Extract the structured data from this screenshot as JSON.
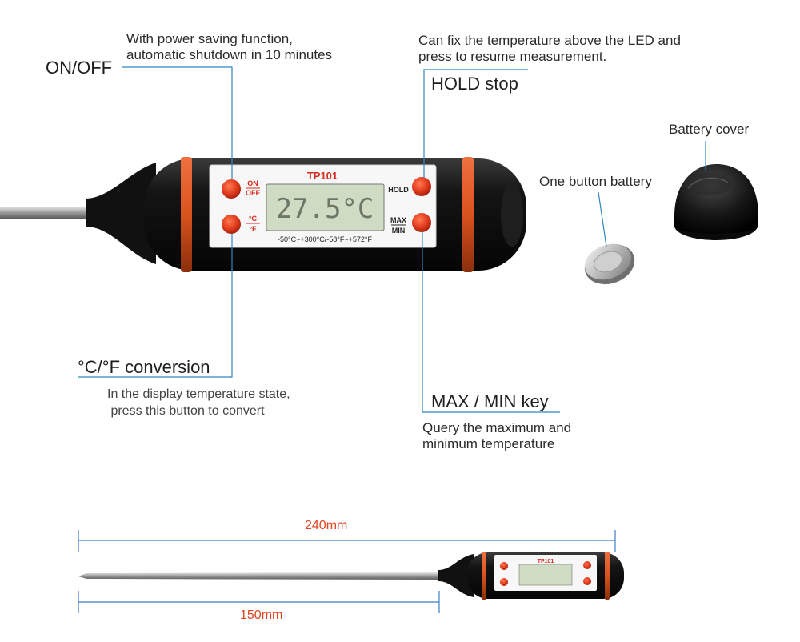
{
  "colors": {
    "leader_line": "#2e86c1",
    "dimension_line": "#3b7fc4",
    "dimension_text": "#e0451f",
    "body": "#121212",
    "orange_ring": "#d9531e",
    "button": "#e0391b",
    "lcd": "#cfdcc3",
    "panel_red_text": "#d42a1e"
  },
  "device": {
    "model": "TP101",
    "lcd_reading": "27.5°C",
    "label_on": "ON",
    "label_off": "OFF",
    "label_c": "°C",
    "label_f": "°F",
    "label_hold": "HOLD",
    "label_max": "MAX",
    "label_min": "MIN",
    "range": "-50°C~+300°C/-58°F~+572°F"
  },
  "callouts": {
    "on_off": {
      "title": "ON/OFF",
      "desc": "With power saving function,\nautomatic shutdown in 10 minutes"
    },
    "hold": {
      "title": "HOLD stop",
      "desc": "Can fix the temperature above the LED and\npress to resume measurement."
    },
    "battery_cover": {
      "title": "Battery cover"
    },
    "button_battery": {
      "title": "One button battery"
    },
    "conversion": {
      "title": "°C/°F conversion",
      "desc": "In the display temperature state,\n press this button to convert"
    },
    "max_min": {
      "title": "MAX / MIN key",
      "desc": "Query the maximum and\nminimum temperature"
    }
  },
  "dimensions": {
    "total": "240mm",
    "probe": "150mm"
  }
}
